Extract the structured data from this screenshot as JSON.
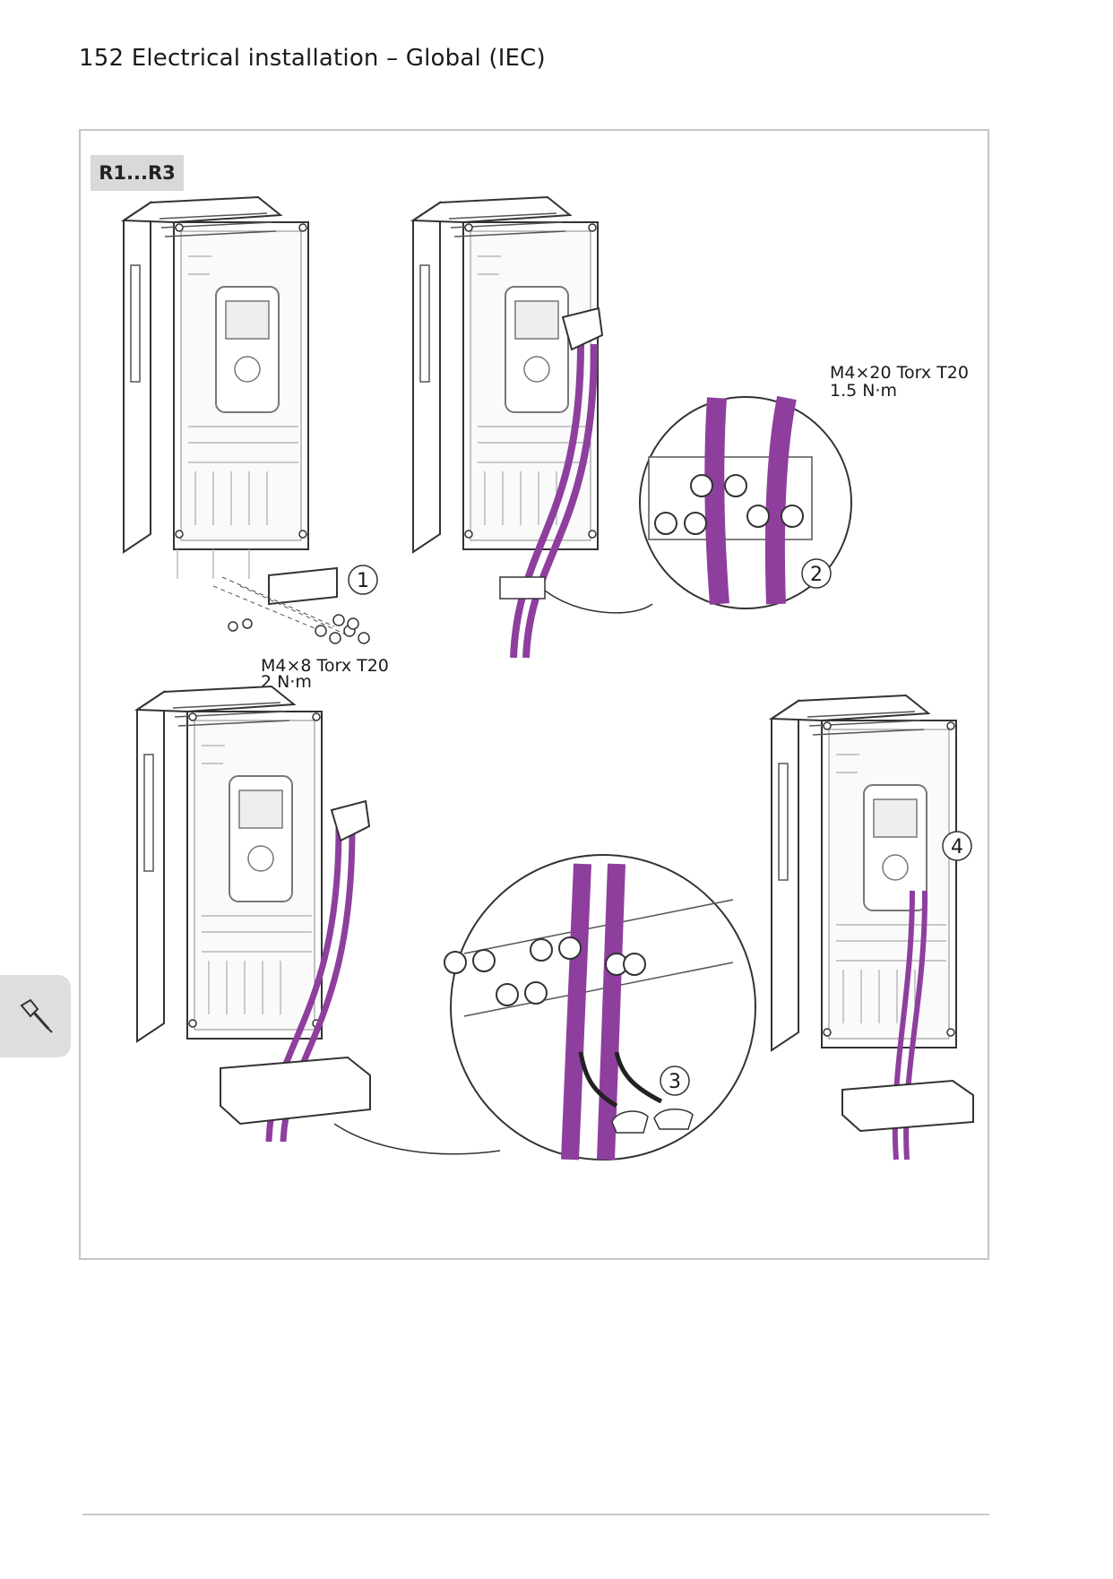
{
  "page": {
    "header": "152 Electrical installation – Global (IEC)"
  },
  "figure": {
    "variant_label": "R1...R3",
    "annotations": {
      "step1_spec_line1": "M4×8 Torx T20",
      "step1_spec_line2": "2 N·m",
      "step2_spec_line1": "M4×20 Torx T20",
      "step2_spec_line2": "1.5 N·m"
    },
    "callouts": [
      "1",
      "2",
      "3",
      "4"
    ],
    "colors": {
      "cable": "#8e3f9e",
      "cable_dark": "#5f2a6b",
      "line": "#333333",
      "frame": "#c4c4c4",
      "label_bg": "#d9d9d9"
    }
  },
  "side_tab": {
    "icon": "screwdriver-icon"
  }
}
